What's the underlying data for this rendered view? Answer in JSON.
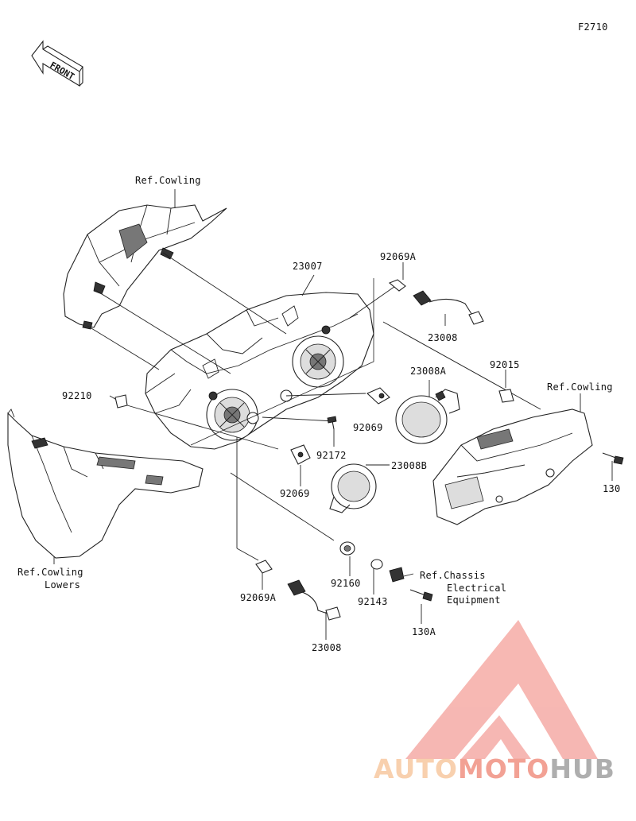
{
  "figure_code": "F2710",
  "front_arrow": "FRONT",
  "labels": {
    "ref_cowling_top": "Ref.Cowling",
    "p23007": "23007",
    "p92069A_top": "92069A",
    "p23008_top": "23008",
    "p23008A": "23008A",
    "p92015": "92015",
    "ref_cowling_right": "Ref.Cowling",
    "p92210": "92210",
    "p92069_right": "92069",
    "p92172": "92172",
    "p23008B": "23008B",
    "p92069_center": "92069",
    "p130": "130",
    "ref_cowling_lowers_1": "Ref.Cowling",
    "ref_cowling_lowers_2": "Lowers",
    "p92160": "92160",
    "ref_chassis_1": "Ref.Chassis",
    "ref_chassis_2": "Electrical",
    "ref_chassis_3": "Equipment",
    "p92143": "92143",
    "p92069A_bottom": "92069A",
    "p130A": "130A",
    "p23008_bottom": "23008"
  },
  "watermark": {
    "part1": "AUTO",
    "part2": "MOTO",
    "part3": "HUB",
    "colors": {
      "light": "#f7c59a",
      "accent": "#f08a7a",
      "dark": "#9a9a9a",
      "logo": "#f4a09a"
    }
  }
}
